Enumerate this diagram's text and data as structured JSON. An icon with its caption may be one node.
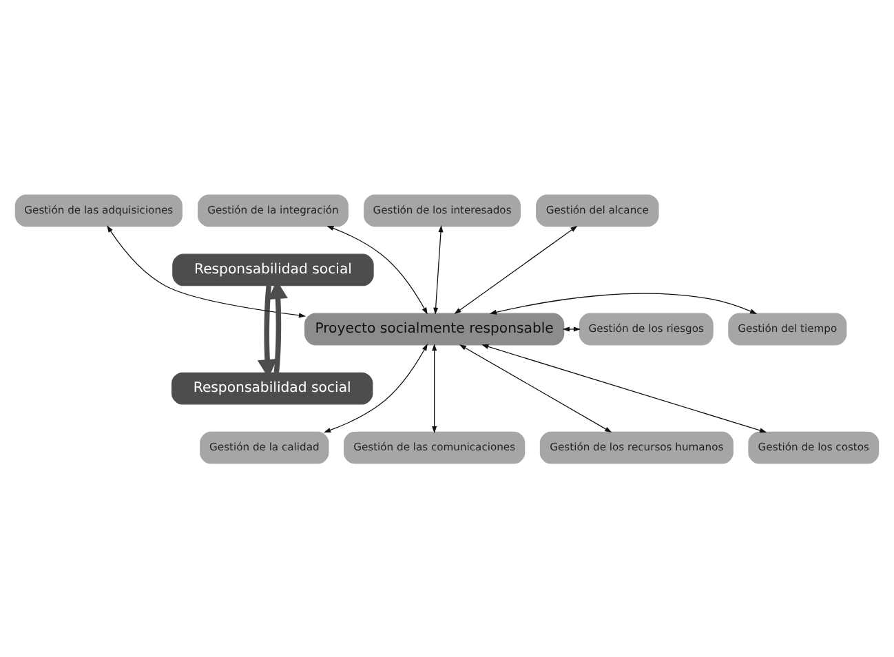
{
  "diagram": {
    "nodes": [
      {
        "text": [
          "Gestión de las adquisiciones"
        ]
      },
      {
        "text": [
          "Gestión de los interesados"
        ]
      },
      {
        "text": [
          "Gestión de la integración"
        ]
      },
      {
        "text": [
          "Gestión del alcance"
        ]
      },
      {
        "text": [
          "Responsabilidad social"
        ]
      },
      {
        "text": [
          "Gestión de los riesgos"
        ]
      },
      {
        "text": [
          "Proyecto socialmente responsable"
        ]
      },
      {
        "text": [
          "Gestión del tiempo"
        ]
      },
      {
        "text": [
          "Responsabilidad social"
        ]
      },
      {
        "text": [
          "Gestión de las comunicaciones"
        ]
      },
      {
        "text": [
          "Gestión de los recursos humanos"
        ]
      },
      {
        "text": [
          "Gestión de la calidad"
        ]
      },
      {
        "text": [
          "Gestión de los costos"
        ]
      }
    ],
    "edges": [
      {
        "from": 6,
        "to": 0,
        "arrow": "both"
      },
      {
        "from": 6,
        "to": 1,
        "arrow": "both"
      },
      {
        "from": 6,
        "to": 2,
        "arrow": "both"
      },
      {
        "from": 6,
        "to": 3,
        "arrow": "both"
      },
      {
        "from": 6,
        "to": 5,
        "arrow": "both"
      },
      {
        "from": 6,
        "to": 7,
        "arrow": "both"
      },
      {
        "from": 6,
        "to": 9,
        "arrow": "both"
      },
      {
        "from": 6,
        "to": 10,
        "arrow": "both"
      },
      {
        "from": 6,
        "to": 11,
        "arrow": "both"
      },
      {
        "from": 6,
        "to": 12,
        "arrow": "both"
      },
      {
        "from": 4,
        "to": 8,
        "arrow": "to",
        "style": "thick",
        "color": "#4d4d4d"
      },
      {
        "from": 8,
        "to": 4,
        "arrow": "to",
        "style": "thick",
        "color": "#4d4d4d"
      }
    ]
  }
}
